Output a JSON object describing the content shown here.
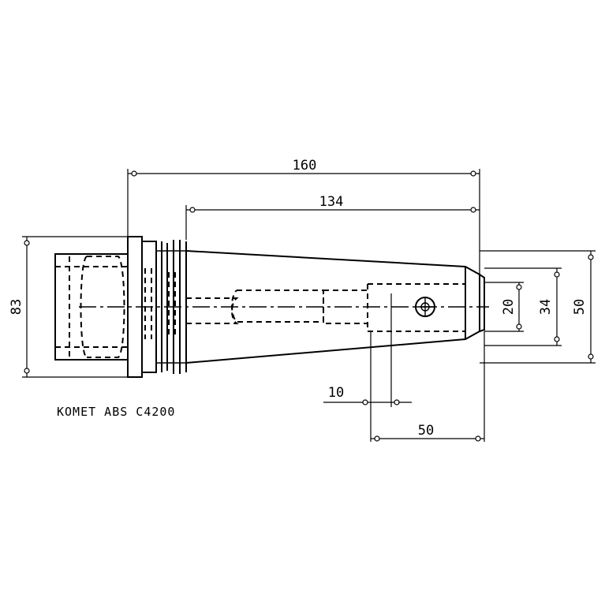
{
  "drawing": {
    "dimensions": {
      "overall_length": "160",
      "shank_length": "134",
      "flange_diameter": "83",
      "bore_diameter": "20",
      "inner_diameter": "34",
      "outer_diameter": "50",
      "screw_offset": "10",
      "bore_depth": "50"
    },
    "caption": "KOMET ABS C4200"
  }
}
